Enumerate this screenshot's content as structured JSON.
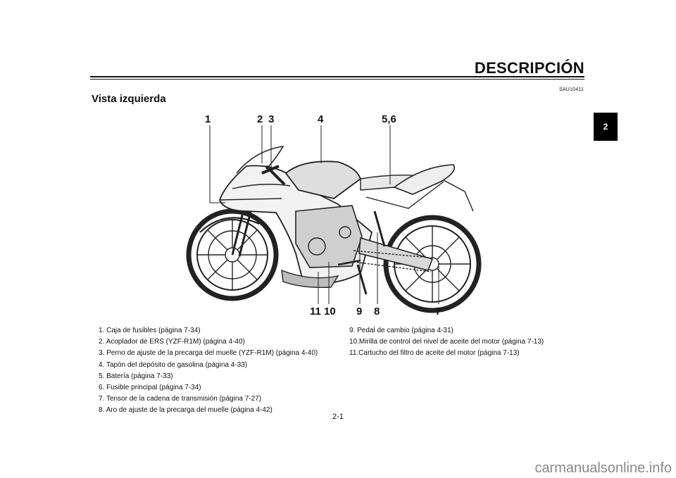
{
  "header": {
    "title": "DESCRIPCIÓN",
    "section_code": "SAU10411"
  },
  "section": {
    "title": "Vista izquierda"
  },
  "chapter_tab": "2",
  "callouts": [
    "1",
    "2",
    "3",
    "4",
    "5,6",
    "11",
    "10",
    "9",
    "8",
    "7"
  ],
  "legend": {
    "left": [
      "1.  Caja de fusibles (página 7-34)",
      "2.  Acoplador de ERS (YZF-R1M) (página 4-40)",
      "3.  Perno de ajuste de la precarga del muelle (YZF-R1M) (página 4-40)",
      "4.  Tapón del depósito de gasolina (página 4-33)",
      "5.  Batería (página 7-33)",
      "6.  Fusible principal (página 7-34)",
      "7.  Tensor de la cadena de transmisión (página 7-27)",
      "8.  Aro de ajuste de la precarga del muelle (página 4-42)"
    ],
    "right": [
      "9.  Pedal de cambio (página 4-31)",
      "10.Mirilla de control del nivel de aceite del motor (página 7-13)",
      "11.Cartucho del filtro de aceite del motor (página 7-13)"
    ]
  },
  "page_number": "2-1",
  "watermark": "carmanualsonline.info"
}
